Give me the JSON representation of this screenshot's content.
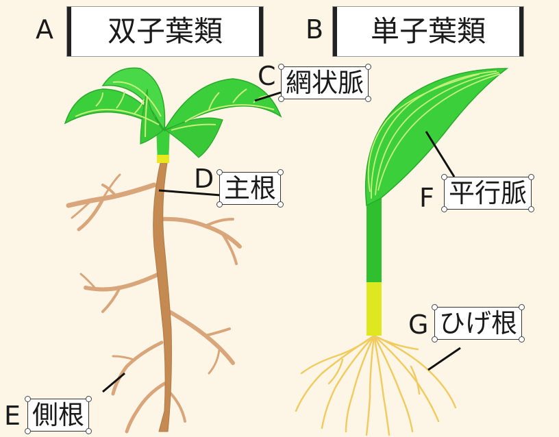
{
  "dicot": {
    "letter": "A",
    "title": "双子葉類",
    "labels": {
      "veins": {
        "letter": "C",
        "text": "網状脈"
      },
      "main_root": {
        "letter": "D",
        "text": "主根"
      },
      "lateral_root": {
        "letter": "E",
        "text": "側根"
      }
    }
  },
  "monocot": {
    "letter": "B",
    "title": "単子葉類",
    "labels": {
      "veins": {
        "letter": "F",
        "text": "平行脈"
      },
      "fibrous_root": {
        "letter": "G",
        "text": "ひげ根"
      }
    }
  },
  "colors": {
    "background": "#fdf6e6",
    "leaf": "#3ccf3c",
    "leaf_vein": "#c8f07a",
    "stem_yellow": "#e8e820",
    "main_root": "#c48a52",
    "lateral_root": "#d9a57a",
    "fibrous_root": "#f0cc60"
  }
}
